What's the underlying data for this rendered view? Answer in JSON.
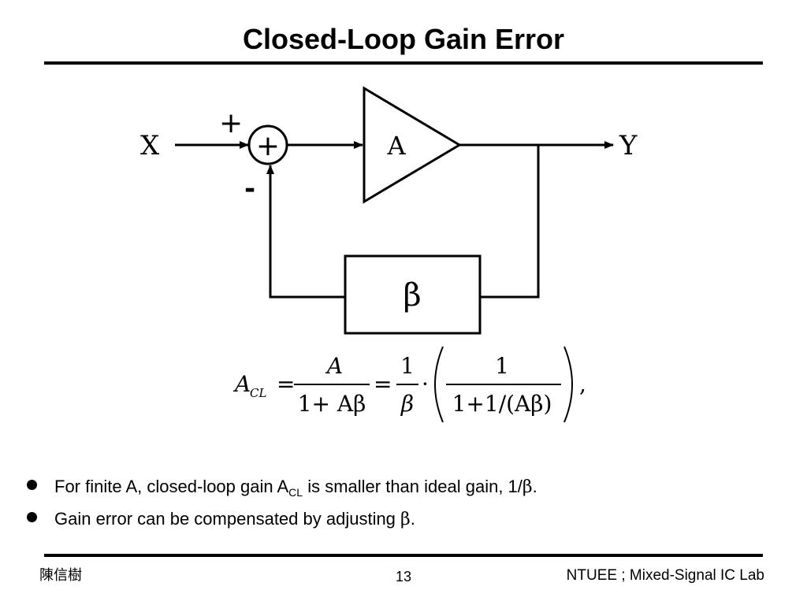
{
  "slide": {
    "title": "Closed-Loop Gain Error",
    "page_number": "13",
    "footer_left": "陳信樹",
    "footer_right": "NTUEE ; Mixed-Signal IC Lab"
  },
  "diagram": {
    "input_label": "X",
    "output_label": "Y",
    "plus_sign": "+",
    "minus_sign": "-",
    "summer_symbol": "+",
    "amp_label": "A",
    "feedback_label": "β"
  },
  "equation": {
    "lhs": "A",
    "lhs_sub": "CL",
    "eq": "=",
    "f1_num": "A",
    "f1_den": "1+ Aβ",
    "f2_num": "1",
    "f2_den": "β",
    "dot": "·",
    "f3_num": "1",
    "f3_den": "1+1/(Aβ)",
    "comma": ","
  },
  "bullets": [
    {
      "prefix": "For finite A, closed-loop gain A",
      "sub": "CL",
      "suffix": " is smaller than ideal gain, 1/",
      "symbol": "β",
      "end": "."
    },
    {
      "prefix": "Gain error can be compensated by adjusting ",
      "symbol": "β",
      "end": "."
    }
  ]
}
